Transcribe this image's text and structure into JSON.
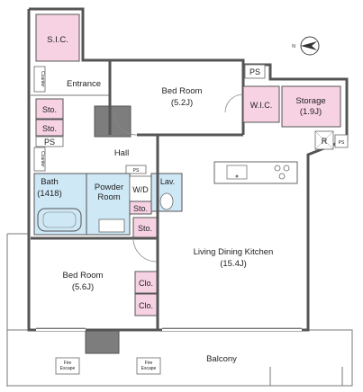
{
  "rooms": {
    "sic": "S.I.C.",
    "counter_top": "Counter",
    "entrance": "Entrance",
    "bedroom1_name": "Bed Room",
    "bedroom1_size": "(5.2J)",
    "ps_top": "PS",
    "wic": "W.I.C.",
    "storage_name": "Storage",
    "storage_size": "(1.9J)",
    "sto_left1": "Sto.",
    "sto_left2": "Sto.",
    "ps_left": "PS",
    "counter_mid": "Counter",
    "hall": "Hall",
    "r_label": "R",
    "ps_right": "PS",
    "ps_mid": "PS",
    "bath_name": "Bath",
    "bath_size": "(1418)",
    "powder_name": "Powder",
    "powder_name2": "Room",
    "wd": "W/D",
    "lav": "Lav.",
    "sto_mid": "Sto.",
    "sto_low": "Sto.",
    "ldk_name": "Living Dining Kitchen",
    "ldk_size": "(15.4J)",
    "bedroom2_name": "Bed Room",
    "bedroom2_size": "(5.6J)",
    "clo1": "Clo.",
    "clo2": "Clo.",
    "balcony": "Balcony",
    "fire1": "Fire",
    "fire1b": "Escape",
    "fire2": "Fire",
    "fire2b": "Escape",
    "north": "N"
  }
}
